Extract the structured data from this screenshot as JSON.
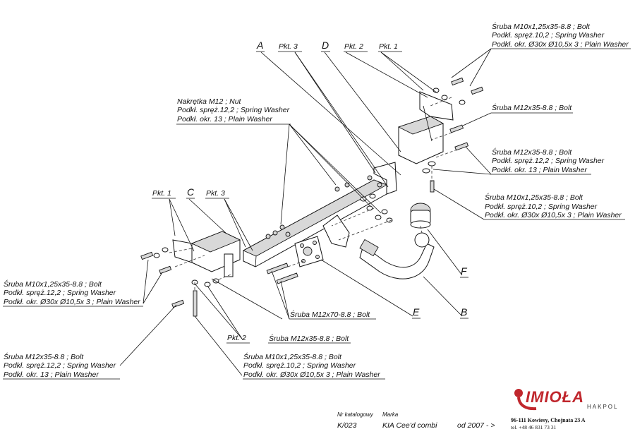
{
  "labels": {
    "top_right_group": [
      "Śruba M10x1,25x35-8.8 ;  Bolt",
      "Podkł. spręż.10,2 ; Spring Washer",
      "Podkł. okr.  Ø30x Ø10,5x 3 ; Plain Washer"
    ],
    "bolt_m12_top": "Śruba M12x35-8.8 ;  Bolt",
    "right_mid_group": [
      "Śruba M12x35-8.8 ;  Bolt",
      "Podkł. spręż.12,2 ; Spring Washer",
      "Podkł. okr. 13 ; Plain Washer"
    ],
    "right_lower_group": [
      "Śruba M10x1,25x35-8.8 ;  Bolt",
      "Podkł. spręż.10,2 ; Spring Washer",
      "Podkł. okr.  Ø30x Ø10,5x 3 ; Plain Washer"
    ],
    "nut_group": [
      "Nakrętka  M12 ; Nut",
      "Podkł. spręż.12,2 ; Spring Washer",
      "Podkł. okr. 13 ; Plain Washer"
    ],
    "left_group": [
      "Śruba M10x1,25x35-8.8 ;  Bolt",
      "Podkł. spręż.12,2 ; Spring Washer",
      "Podkł. okr.  Ø30x Ø10,5x 3 ; Plain Washer"
    ],
    "bottom_left_group": [
      "Śruba M12x35-8.8 ;  Bolt",
      "Podkł. spręż.12,2 ; Spring Washer",
      "Podkł. okr. 13 ; Plain Washer"
    ],
    "bottom_mid_group": [
      "Śruba M10x1,25x35-8.8 ;  Bolt",
      "Podkł. spręż.10,2 ; Spring Washer",
      "Podkł. okr.  Ø30x Ø10,5x 3 ; Plain Washer"
    ],
    "bolt_m12x70": "Śruba M12x70-8.8 ;  Bolt",
    "bolt_m12x35_bottom": "Śruba M12x35-8.8 ;  Bolt",
    "pkt1_top": "Pkt. 1",
    "pkt2_top": "Pkt. 2",
    "pkt3_top": "Pkt. 3",
    "pkt1_left": "Pkt. 1",
    "pkt3_left": "Pkt. 3",
    "pkt2_bottom": "Pkt. 2",
    "letter_a": "A",
    "letter_b": "B",
    "letter_c": "C",
    "letter_d": "D",
    "letter_e": "E",
    "letter_f": "F"
  },
  "footer": {
    "catalog_label": "Nr katalogowy",
    "catalog_value": "K/023",
    "make_label": "Marka",
    "make_value": "KIA Cee'd combi",
    "date_value": "od  2007 - >",
    "brand": "IMIOŁA",
    "brand_sub": "HAKPOL",
    "address": "96-111 Kowiesy, Chojnata 23 A",
    "phone": "tel. +48 46 831 73 31"
  },
  "colors": {
    "brand": "#c0272d",
    "ink": "#111111",
    "part_fill": "#d8d8d8"
  }
}
